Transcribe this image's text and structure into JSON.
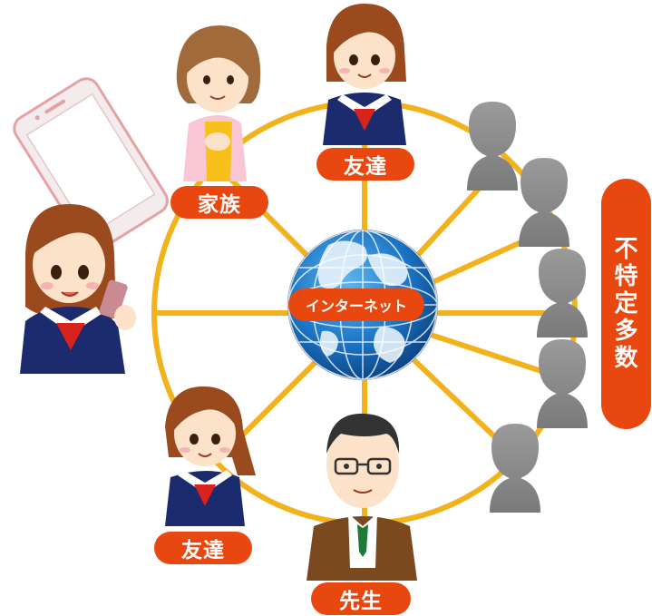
{
  "labels": {
    "friend_top": "友達",
    "family": "家族",
    "internet": "インターネット",
    "friend_bottom": "友達",
    "teacher": "先生",
    "unspecified": [
      "不",
      "特",
      "定",
      "多",
      "数"
    ]
  },
  "colors": {
    "line": "#f2b21c",
    "label_bg": "#e8480f",
    "label_text": "#ffffff",
    "globe_ocean": "#1a74c4",
    "globe_land": "#e6f2fb",
    "uniform_navy": "#1c2a6e",
    "scarf_red": "#d8231c",
    "silhouette": "#8a8a8a"
  },
  "icons": [
    "smartphone-icon",
    "globe-icon",
    "person-silhouette-icon"
  ]
}
